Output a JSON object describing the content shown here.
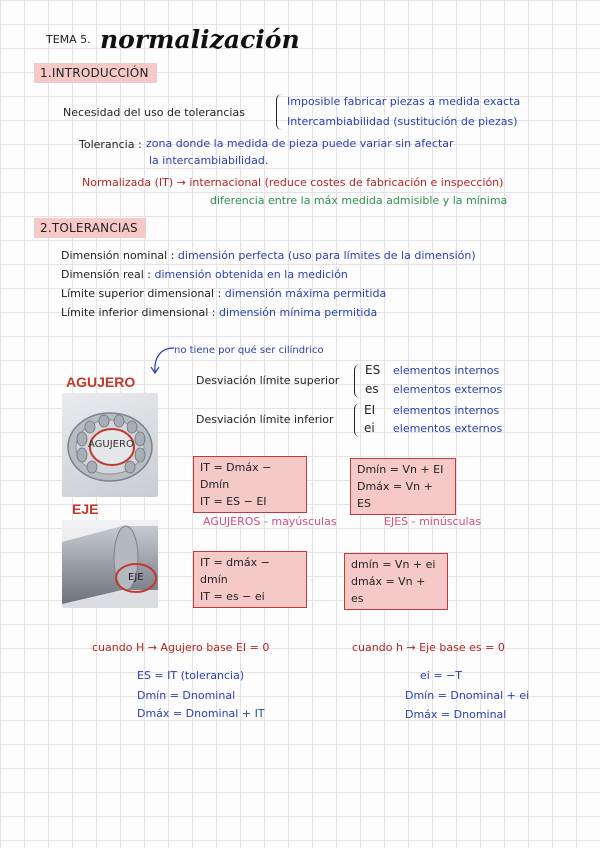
{
  "header": {
    "tema": "TEMA 5.",
    "title": "normalización"
  },
  "sec1": {
    "label": "1.INTRODUCCIÓN",
    "necesidad": "Necesidad del uso de tolerancias",
    "nec_items": [
      "Imposible fabricar piezas a medida exacta",
      "Intercambiabilidad (sustitución de piezas)"
    ],
    "tolerancia_label": "Tolerancia :",
    "tolerancia_text1": "zona donde la medida de pieza puede variar sin afectar",
    "tolerancia_text2": "la intercambiabilidad.",
    "normalizada": "Normalizada (IT) → internacional (reduce costes de fabricación e inspección)",
    "diferencia": "diferencia entre la máx medida admisible y la mínima"
  },
  "sec2": {
    "label": "2.TOLERANCIAS",
    "defs": [
      {
        "term": "Dimensión nominal :",
        "desc": "dimensión perfecta (uso para límites de la dimensión)"
      },
      {
        "term": "Dimensión real :",
        "desc": "dimensión obtenida en la medición"
      },
      {
        "term": "Límite superior dimensional :",
        "desc": "dimensión máxima permitida"
      },
      {
        "term": "Límite inferior dimensional :",
        "desc": "dimensión mínima permitida"
      }
    ]
  },
  "diagram": {
    "note": "no tiene por qué ser cilíndrico",
    "agujero_title": "AGUJERO",
    "agujero_img_label": "AGUJERO",
    "eje_title": "EJE",
    "eje_img_label": "EJE",
    "dev_sup": "Desviación límite superior",
    "dev_inf": "Desviación límite inferior",
    "sup_items": [
      {
        "code": "ES",
        "text": "elementos internos"
      },
      {
        "code": "es",
        "text": "elementos externos"
      }
    ],
    "inf_items": [
      {
        "code": "EI",
        "text": "elementos internos"
      },
      {
        "code": "ei",
        "text": "elementos externos"
      }
    ],
    "box1": [
      "IT = Dmáx − Dmín",
      "IT = ES − EI"
    ],
    "box2": [
      "Dmín = Vn + EI",
      "Dmáx = Vn + ES"
    ],
    "agujeros_may": "AGUJEROS - mayúsculas",
    "ejes_min": "EJES - minúsculas",
    "box3": [
      "IT = dmáx − dmín",
      "IT = es − ei"
    ],
    "box4": [
      "dmín = Vn + ei",
      "dmáx = Vn + es"
    ]
  },
  "bottom": {
    "left_head": "cuando H → Agujero base  EI = 0",
    "left_lines": [
      "ES = IT (tolerancia)",
      "Dmín = Dnominal",
      "Dmáx = Dnominal + IT"
    ],
    "right_head": "cuando h → Eje base  es = 0",
    "right_lines": [
      "ei = −T",
      "Dmín = Dnominal + ei",
      "Dmáx = Dnominal"
    ]
  }
}
